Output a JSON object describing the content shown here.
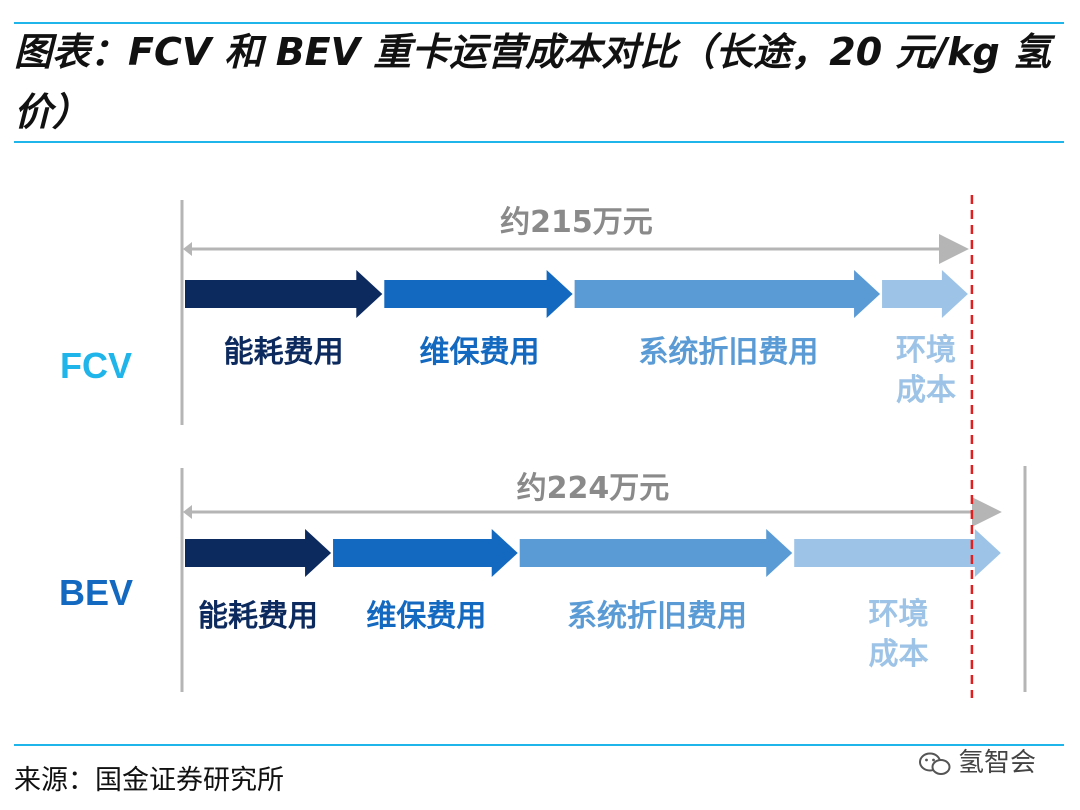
{
  "title": "图表：FCV 和 BEV 重卡运营成本对比（长途，20 元/kg 氢价）",
  "source": "来源：国金证券研究所",
  "watermark": "氢智会",
  "colors": {
    "accent": "#1fb4ea",
    "energy": "#0d2a5e",
    "maintenance": "#1368bf",
    "depreciation": "#5b9bd5",
    "environment": "#9dc3e6",
    "row_label": "#1fb4ea",
    "bev_label": "#1368bf",
    "dashed_line": "#e02020",
    "axis": "#b5b5b5",
    "total_text": "#8a8a8a"
  },
  "chart_data": {
    "type": "bar",
    "orientation": "horizontal-stacked",
    "unit": "万元",
    "categories": [
      "FCV",
      "BEV"
    ],
    "series": [
      {
        "name": "能耗费用",
        "values": [
          55,
          41
        ]
      },
      {
        "name": "维保费用",
        "values": [
          52,
          51
        ]
      },
      {
        "name": "系统折旧费用",
        "values": [
          84,
          75
        ]
      },
      {
        "name": "环境成本",
        "values": [
          24,
          57
        ]
      }
    ],
    "totals": [
      {
        "label": "约215万元",
        "value": 215
      },
      {
        "label": "约224万元",
        "value": 224
      }
    ],
    "grid": false,
    "legend": "none"
  }
}
